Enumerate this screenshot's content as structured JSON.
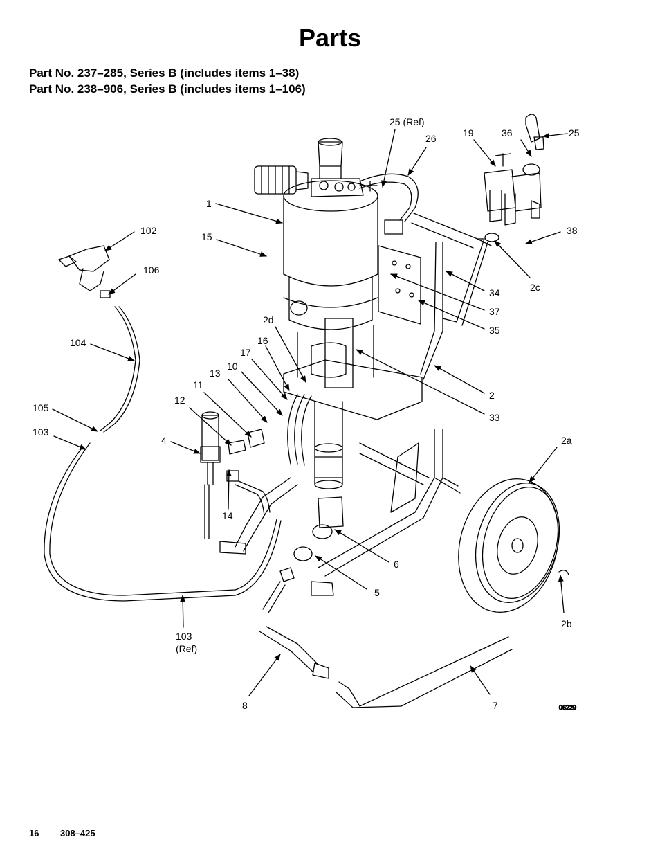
{
  "page": {
    "title": "Parts",
    "subtitle_1": "Part No. 237–285, Series B (includes items 1–38)",
    "subtitle_2": "Part No. 238–906, Series B (includes items 1–106)",
    "page_number": "16",
    "doc_number": "308–425"
  },
  "diagram": {
    "figure_id": "06229",
    "callouts": [
      "25 (Ref)",
      "26",
      "19",
      "36",
      "25",
      "1",
      "102",
      "15",
      "38",
      "106",
      "34",
      "2c",
      "37",
      "2d",
      "35",
      "104",
      "16",
      "17",
      "13",
      "10",
      "11",
      "2",
      "12",
      "105",
      "33",
      "103",
      "4",
      "2a",
      "14",
      "6",
      "5",
      "2b",
      "103",
      "(Ref)",
      "8",
      "7"
    ]
  }
}
